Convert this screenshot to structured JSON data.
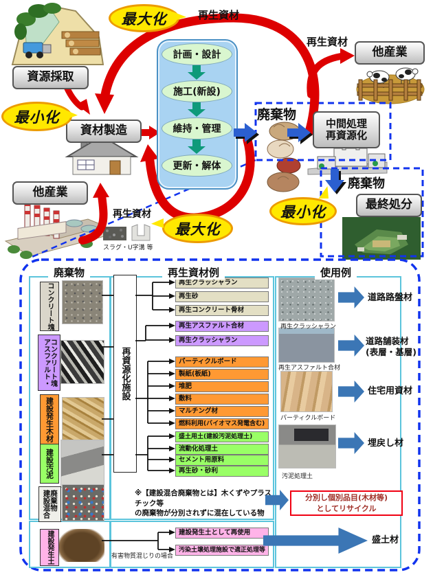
{
  "top": {
    "maximize": "最大化",
    "minimize": "最小化",
    "recycled_material": "再生資材",
    "waste_label": "廃棄物",
    "boxes": {
      "resource_extraction": "資源採取",
      "material_manufacturing": "資材製造",
      "other_industry": "他産業",
      "intermediate_processing": "中間処理\n再資源化",
      "final_disposal": "最終処分"
    },
    "cycle_stages": [
      "計画・設計",
      "施工(新設)",
      "維持・管理",
      "更新・解体"
    ],
    "slag_caption": "スラグ・U字溝 等"
  },
  "bottom": {
    "headers": {
      "waste": "廃棄物",
      "materials": "再生資材例",
      "usage": "使用例"
    },
    "facility": "再資源化施設",
    "rows": [
      {
        "label": "コンクリート塊",
        "materials": [
          "再生クラッシャラン",
          "再生砂",
          "再生コンクリート骨材"
        ]
      },
      {
        "label": "アスファルト・\nコンクリート塊",
        "materials": [
          "再生アスファルト合材",
          "再生クラッシャラン"
        ]
      },
      {
        "label": "建設発生木材",
        "materials": [
          "パーティクルボード",
          "製紙(板紙)",
          "堆肥",
          "敷料",
          "マルチング材",
          "燃料利用(バイオマス発電含む)"
        ]
      },
      {
        "label": "建設汚泥",
        "materials": [
          "盛土用土(建設汚泥処理土)",
          "流動化処理土",
          "セメント用原料",
          "再生砂・砂利"
        ]
      },
      {
        "label": "建設混合\n廃棄物"
      },
      {
        "label": "建設発生土",
        "materials": [
          "建設発生土として再使用",
          "汚染土壌処理施設で適正処理等"
        ]
      }
    ],
    "mixed_note": "※【建設混合廃棄物とは】木くずやプラスチック等\nの廃棄物が分別されずに混在している物",
    "hazard_caption": "有害物質混じりの場合",
    "usage_items": [
      {
        "caption": "再生クラッシャラン",
        "label": "道路路盤材"
      },
      {
        "caption": "再生アスファルト合材",
        "label": "道路舗装材\n(表層・基層)"
      },
      {
        "caption": "パーティクルボード",
        "label": "住宅用資材"
      },
      {
        "caption": "汚泥処理土",
        "label": "埋戻し材"
      }
    ],
    "recycle_box": "分別し個別品目(木材等)\nとしてリサイクル",
    "embankment_label": "盛土材"
  },
  "colors": {
    "red_arrow": "#DD0000",
    "blue_arrow": "#2B5FD0",
    "flat_blue_arrow": "#3B76B5",
    "dashed_blue": "#1133EE",
    "cyan_panel": "#5BC4DC",
    "balloon_yellow": "#FFE800",
    "concrete": "#DAD6CA",
    "asphalt": "#CC99FF",
    "wood": "#FF9933",
    "sludge": "#99FF66",
    "mixed": "#EFEFEA",
    "soil": "#FFB3E8",
    "beige_box": "#E3DFC4"
  }
}
